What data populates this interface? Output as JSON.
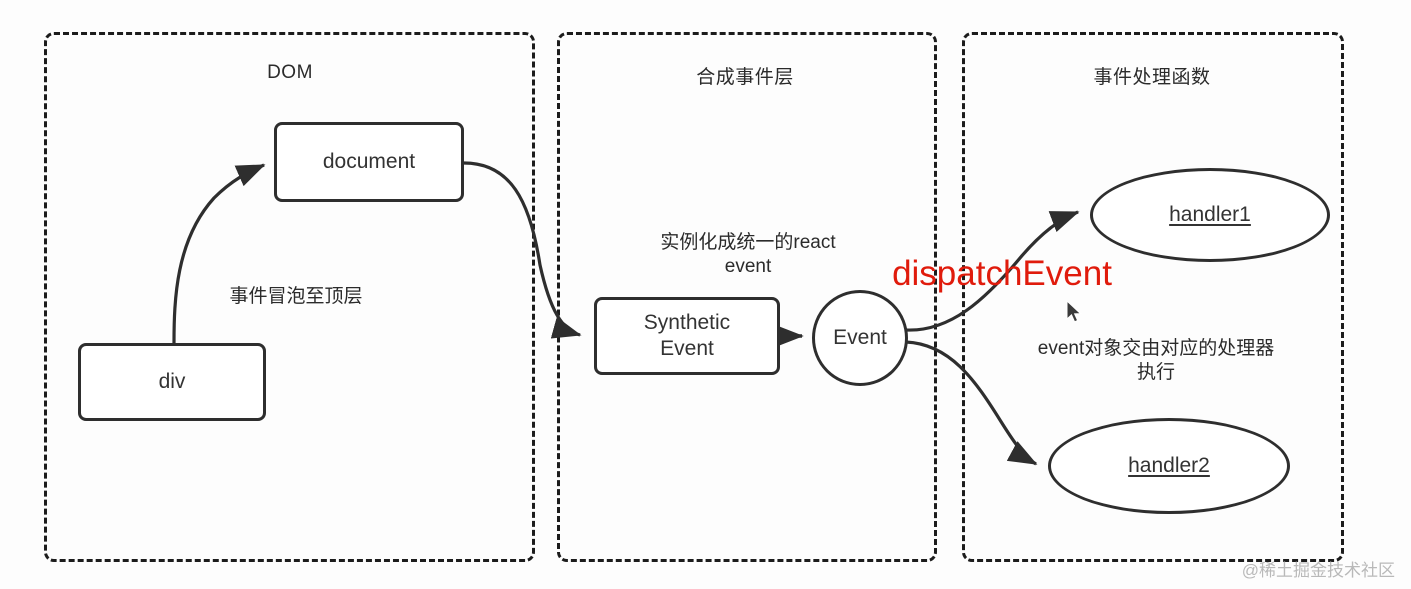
{
  "diagram": {
    "title_hidden": "React synthetic event flow",
    "panels": [
      {
        "id": "dom",
        "title": "DOM"
      },
      {
        "id": "synthetic",
        "title": "合成事件层"
      },
      {
        "id": "handlers",
        "title": "事件处理函数"
      }
    ],
    "nodes": [
      {
        "id": "document",
        "label": "document",
        "shape": "rect"
      },
      {
        "id": "div",
        "label": "div",
        "shape": "rect"
      },
      {
        "id": "synthetic-event",
        "label": "Synthetic\nEvent",
        "shape": "rect"
      },
      {
        "id": "event",
        "label": "Event",
        "shape": "circle"
      },
      {
        "id": "handler1",
        "label": "handler1",
        "shape": "ellipse"
      },
      {
        "id": "handler2",
        "label": "handler2",
        "shape": "ellipse"
      }
    ],
    "annotations": [
      {
        "id": "bubble",
        "text": "事件冒泡至顶层",
        "color": "#2b2b2b"
      },
      {
        "id": "instantiate",
        "text": "实例化成统一的react\nevent",
        "color": "#2b2b2b"
      },
      {
        "id": "dispatch",
        "text": "dispatchEvent",
        "color": "#e01b0c"
      },
      {
        "id": "delegate",
        "text": "event对象交由对应的处理器执行",
        "color": "#2b2b2b"
      }
    ],
    "watermark": "@稀土掘金技术社区",
    "colors": {
      "stroke": "#2e2e2e",
      "panel_border": "#1c1c1c",
      "accent_red": "#e01b0c",
      "background": "#fdfdfd",
      "watermark": "#b9b9b9"
    }
  }
}
